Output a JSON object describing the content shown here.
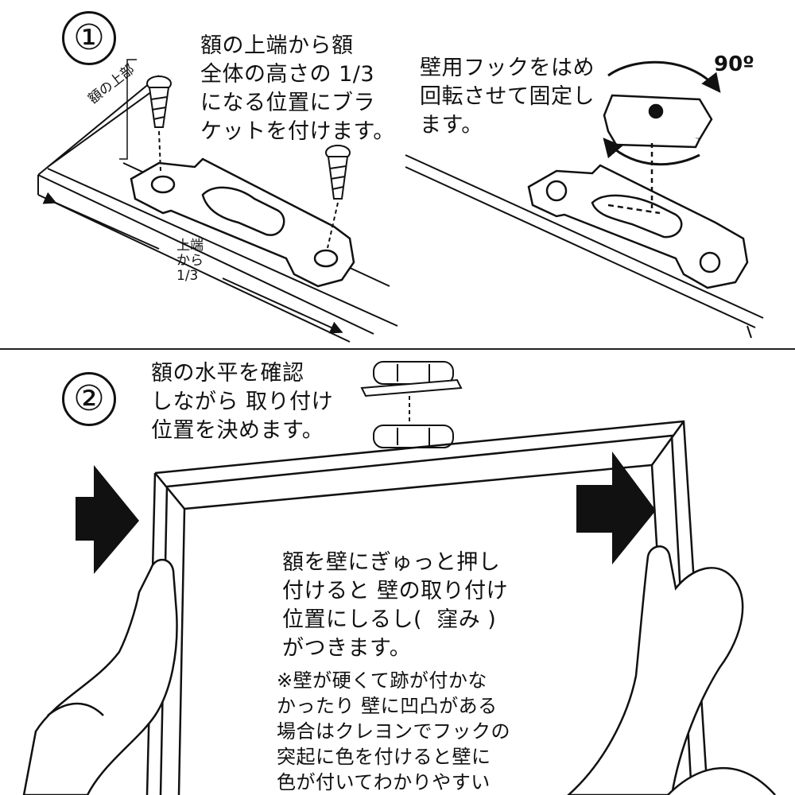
{
  "step1": {
    "number": "①",
    "left_instruction": "額の上端から額\n全体の高さの 1/3\nになる位置にブラ\nケットを付けます。",
    "frame_top_label": "額の上部",
    "measure_label": "上端\nから\n1/3",
    "right_instruction": "壁用フックをはめ\n回転させて固定し\nます。",
    "rotation_label": "90º"
  },
  "step2": {
    "number": "②",
    "level_instruction": "額の水平を確認\nしながら 取り付け\n位置を決めます。",
    "press_instruction": "額を壁にぎゅっと押し\n付けると 壁の取り付け\n位置にしるし(  窪み )\nがつきます。",
    "note": "※壁が硬くて跡が付かな\nかったり 壁に凹凸がある\n場合はクレヨンでフックの\n突起に色を付けると壁に\n色が付いてわかりやすい"
  },
  "colors": {
    "ink": "#111111",
    "paper": "#ffffff",
    "shade": "#e6e6e6"
  }
}
